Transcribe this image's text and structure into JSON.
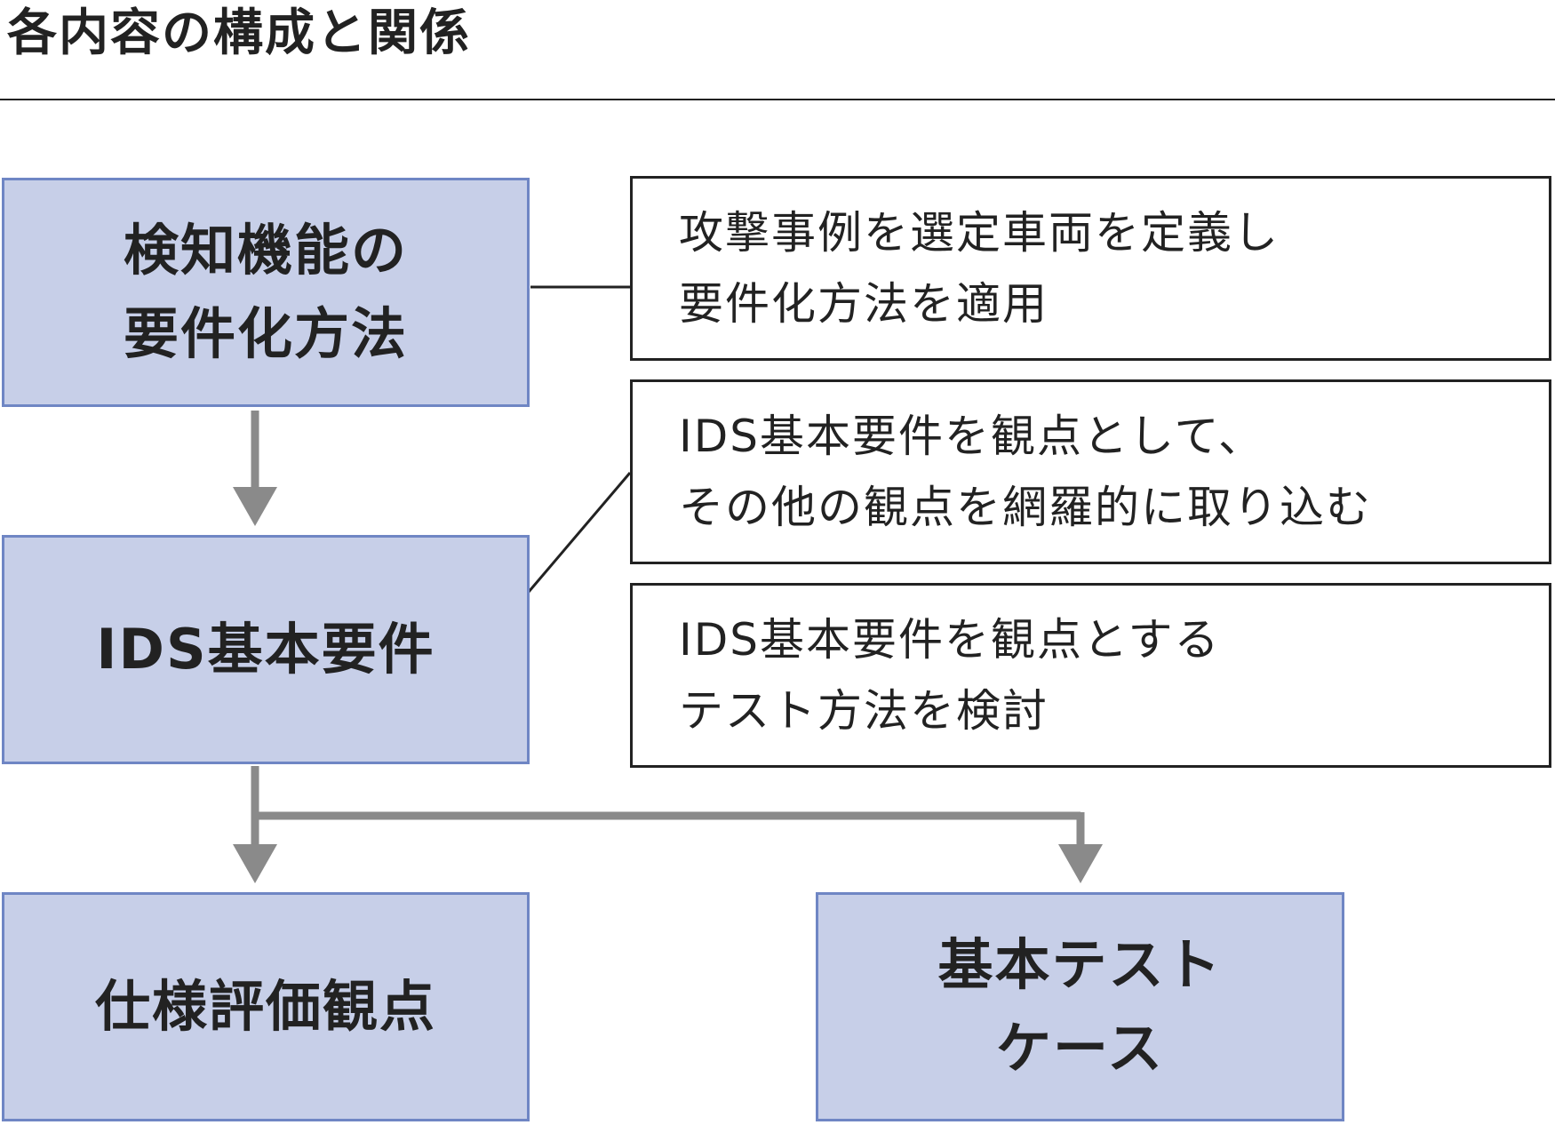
{
  "title": "各内容の構成と関係",
  "nodes": {
    "detection": {
      "lines": [
        "検知機能の",
        "要件化方法"
      ]
    },
    "ids_basic": {
      "lines": [
        "IDS基本要件"
      ]
    },
    "spec_eval": {
      "lines": [
        "仕様評価観点"
      ]
    },
    "basic_test": {
      "lines": [
        "基本テスト",
        "ケース"
      ]
    }
  },
  "notes": {
    "detection": {
      "lines": [
        "攻撃事例を選定車両を定義し",
        "要件化方法を適用"
      ]
    },
    "ids_basic": {
      "lines": [
        "IDS基本要件を観点として、",
        "その他の観点を網羅的に取り込む"
      ]
    },
    "test": {
      "lines": [
        "IDS基本要件を観点とする",
        "テスト方法を検討"
      ]
    }
  },
  "colors": {
    "node_fill": "#c7cfe8",
    "node_border": "#6f86c4",
    "arrow": "#8a8a8a",
    "text": "#222222"
  }
}
